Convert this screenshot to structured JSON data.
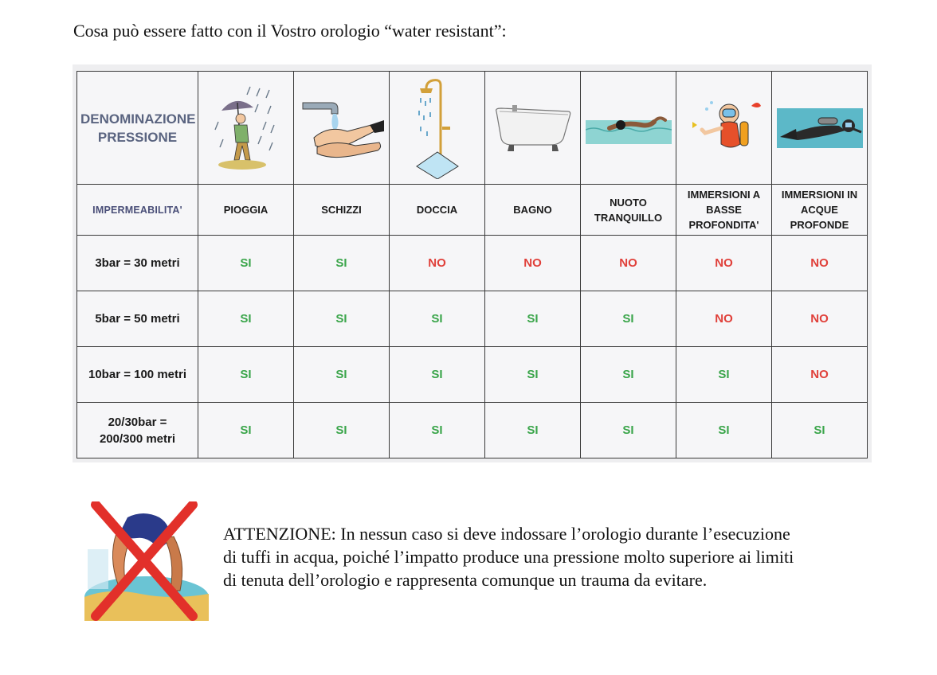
{
  "intro": "Cosa può essere fatto con il Vostro orologio “water resistant”:",
  "table": {
    "denomination_lines": [
      "DENOMINAZIONE",
      "PRESSIONE"
    ],
    "impermeability_label": "IMPERMEABILITA'",
    "columns": [
      {
        "icon": "rain-person-icon",
        "label_lines": [
          "PIOGGIA"
        ]
      },
      {
        "icon": "splash-hands-icon",
        "label_lines": [
          "SCHIZZI"
        ]
      },
      {
        "icon": "shower-icon",
        "label_lines": [
          "DOCCIA"
        ]
      },
      {
        "icon": "bathtub-icon",
        "label_lines": [
          "BAGNO"
        ]
      },
      {
        "icon": "swimmer-icon",
        "label_lines": [
          "NUOTO",
          "TRANQUILLO"
        ]
      },
      {
        "icon": "snorkel-diver-icon",
        "label_lines": [
          "IMMERSIONI A",
          "BASSE",
          "PROFONDITA'"
        ]
      },
      {
        "icon": "scuba-diver-icon",
        "label_lines": [
          "IMMERSIONI IN",
          "ACQUE",
          "PROFONDE"
        ]
      }
    ],
    "rows": [
      {
        "label_lines": [
          "3bar = 30 metri"
        ],
        "values": [
          "SI",
          "SI",
          "NO",
          "NO",
          "NO",
          "NO",
          "NO"
        ]
      },
      {
        "label_lines": [
          "5bar = 50 metri"
        ],
        "values": [
          "SI",
          "SI",
          "SI",
          "SI",
          "SI",
          "NO",
          "NO"
        ]
      },
      {
        "label_lines": [
          "10bar = 100 metri"
        ],
        "values": [
          "SI",
          "SI",
          "SI",
          "SI",
          "SI",
          "SI",
          "NO"
        ]
      },
      {
        "label_lines": [
          "20/30bar =",
          "200/300 metri"
        ],
        "values": [
          "SI",
          "SI",
          "SI",
          "SI",
          "SI",
          "SI",
          "SI"
        ]
      }
    ],
    "colors": {
      "yes": "#3aa54a",
      "no": "#e0403a"
    }
  },
  "warning": {
    "icon": "no-diving-icon",
    "lines": [
      "ATTENZIONE: In nessun caso si deve indossare l’orologio durante l’esecuzione",
      "di tuffi in acqua, poiché l’impatto produce una pressione molto superiore ai limiti",
      "di tenuta dell’orologio e rappresenta comunque un trauma da evitare."
    ]
  }
}
